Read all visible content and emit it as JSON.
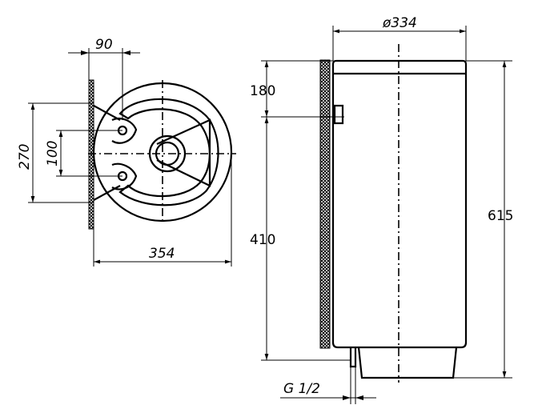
{
  "dimensions": {
    "top_view_offset": "90",
    "top_view_height": "270",
    "top_view_spacing": "100",
    "top_view_diameter": "354",
    "side_diameter": "ø334",
    "side_top_to_outlet": "180",
    "side_outlet_to_bottom": "410",
    "side_total_height": "615",
    "thread_label": "G 1/2"
  }
}
